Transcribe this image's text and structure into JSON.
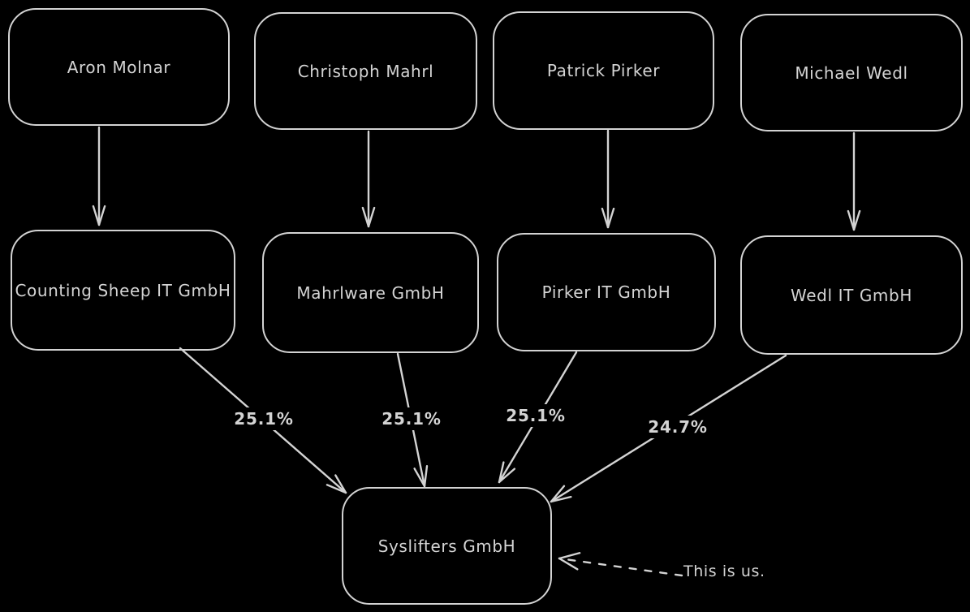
{
  "colors": {
    "background": "#000000",
    "stroke": "#d3d3d3",
    "text": "#d4d4d4"
  },
  "diagram": {
    "persons": [
      {
        "label": "Aron Molnar"
      },
      {
        "label": "Christoph Mahrl"
      },
      {
        "label": "Patrick Pirker"
      },
      {
        "label": "Michael Wedl"
      }
    ],
    "companies": [
      {
        "label": "Counting Sheep IT GmbH"
      },
      {
        "label": "Mahrlware GmbH"
      },
      {
        "label": "Pirker IT GmbH"
      },
      {
        "label": "Wedl IT GmbH"
      }
    ],
    "target": {
      "label": "Syslifters GmbH"
    },
    "ownership_labels": [
      {
        "share": "25.1%"
      },
      {
        "share": "25.1%"
      },
      {
        "share": "25.1%"
      },
      {
        "share": "24.7%"
      }
    ],
    "annotation": {
      "label": "This is us."
    }
  }
}
